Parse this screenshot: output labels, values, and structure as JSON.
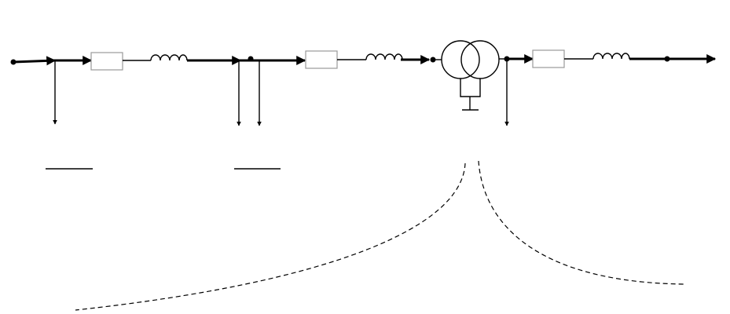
{
  "diagram": {
    "kind": "single-line power network",
    "stroke_color": "#000000",
    "resistor_fill": "#ffffff",
    "resistor_stroke": "#9a9a9a",
    "elements": [
      {
        "name": "input-arrow",
        "type": "flow-arrow"
      },
      {
        "name": "load-1",
        "type": "load-arrow"
      },
      {
        "name": "resistor-1",
        "type": "resistor"
      },
      {
        "name": "inductor-1",
        "type": "inductor"
      },
      {
        "name": "load-2",
        "type": "load-arrow"
      },
      {
        "name": "load-3",
        "type": "load-arrow"
      },
      {
        "name": "resistor-2",
        "type": "resistor"
      },
      {
        "name": "inductor-2",
        "type": "inductor"
      },
      {
        "name": "transformer",
        "type": "two-winding transformer, grounded"
      },
      {
        "name": "load-4",
        "type": "load-arrow"
      },
      {
        "name": "resistor-3",
        "type": "resistor"
      },
      {
        "name": "inductor-3",
        "type": "inductor"
      },
      {
        "name": "output-arrow",
        "type": "flow-arrow"
      },
      {
        "name": "blank-1",
        "type": "blank line"
      },
      {
        "name": "blank-2",
        "type": "blank line"
      },
      {
        "name": "curve-left",
        "type": "dashed curve"
      },
      {
        "name": "curve-right",
        "type": "dashed curve"
      }
    ]
  }
}
